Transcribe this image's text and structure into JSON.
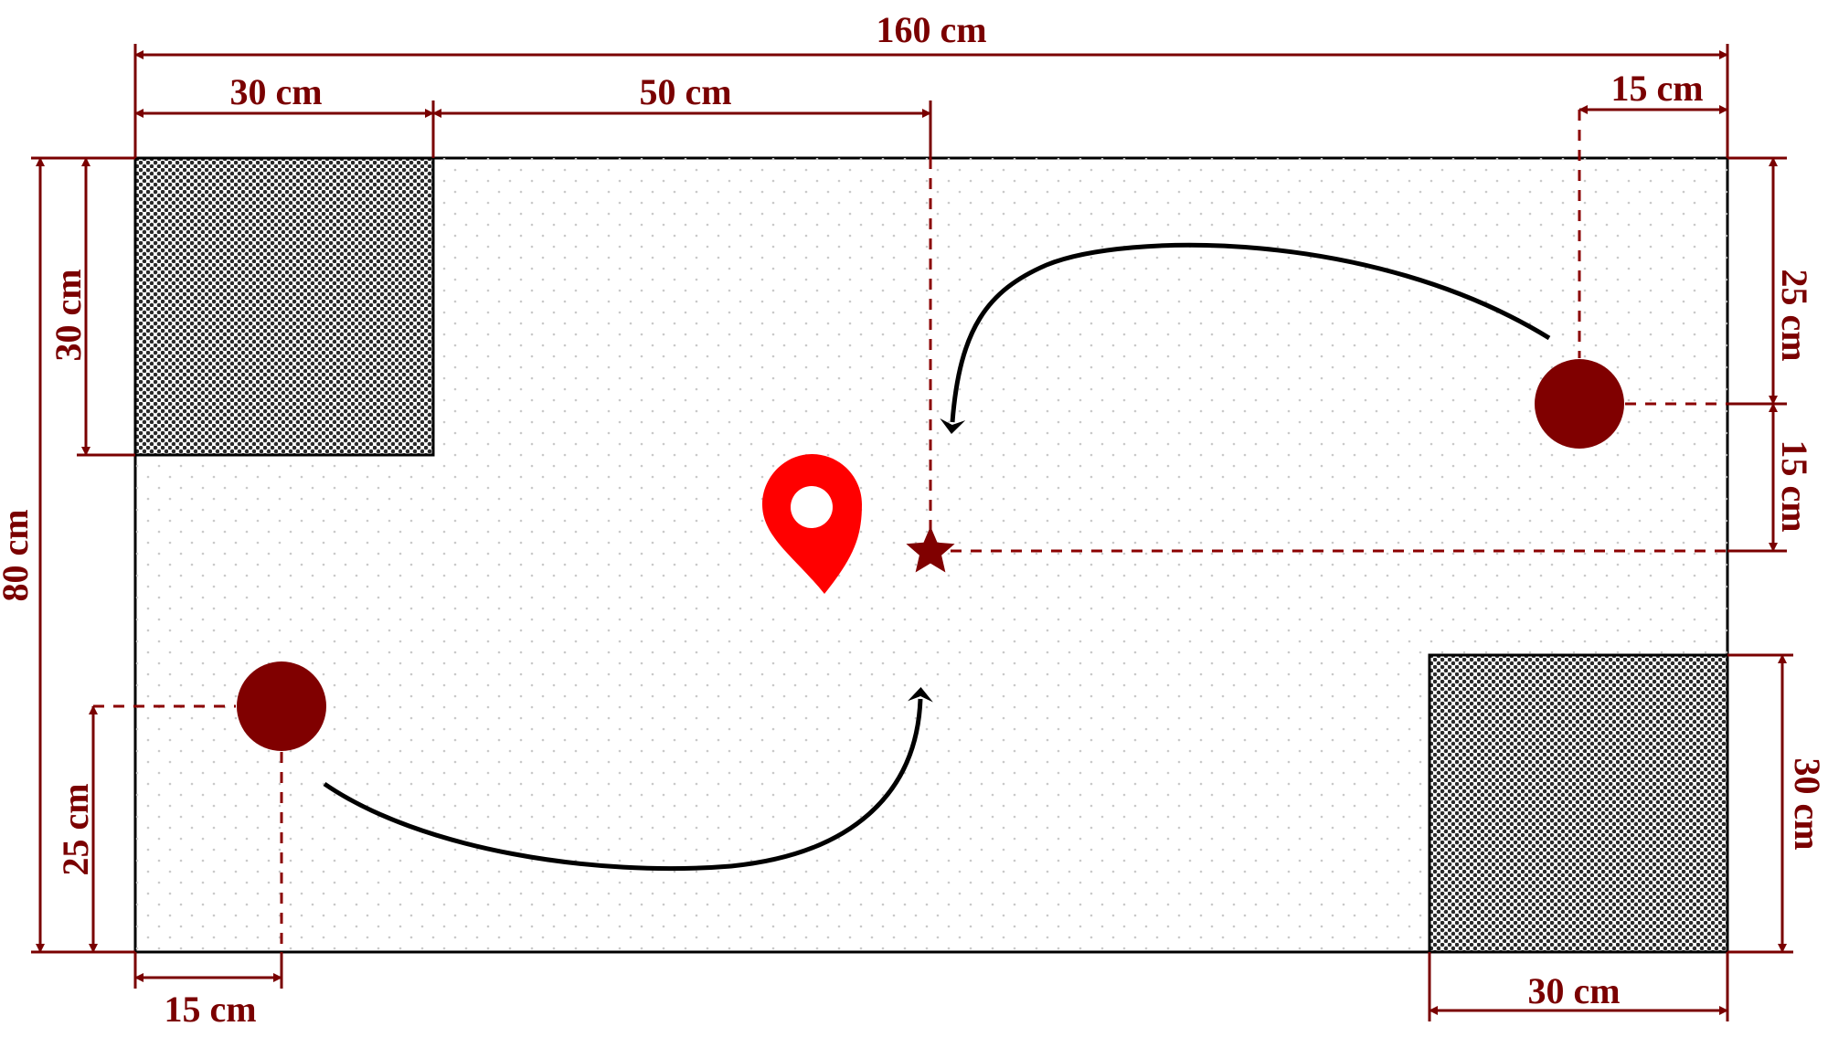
{
  "dimensions": {
    "total_width": "160 cm",
    "total_height": "80 cm",
    "top_left_block_width": "30 cm",
    "top_left_block_height": "30 cm",
    "star_offset_x": "50 cm",
    "right_robot_offset_x": "15 cm",
    "right_robot_offset_y": "25 cm",
    "star_below_robot": "15 cm",
    "bottom_right_block_height": "30 cm",
    "bottom_right_block_width": "30 cm",
    "left_robot_offset_x": "15 cm",
    "left_robot_offset_y": "25 cm"
  },
  "colors": {
    "dimension": "#7a0000",
    "robot": "#800000",
    "star": "#800000",
    "pin": "#ff0000",
    "obstacle_pattern": "#333333",
    "field_dots": "#c9c9c9",
    "arrow": "#000000"
  },
  "icons": {
    "pin": "location-pin-icon",
    "star": "star-icon",
    "robot": "circle-robot"
  }
}
